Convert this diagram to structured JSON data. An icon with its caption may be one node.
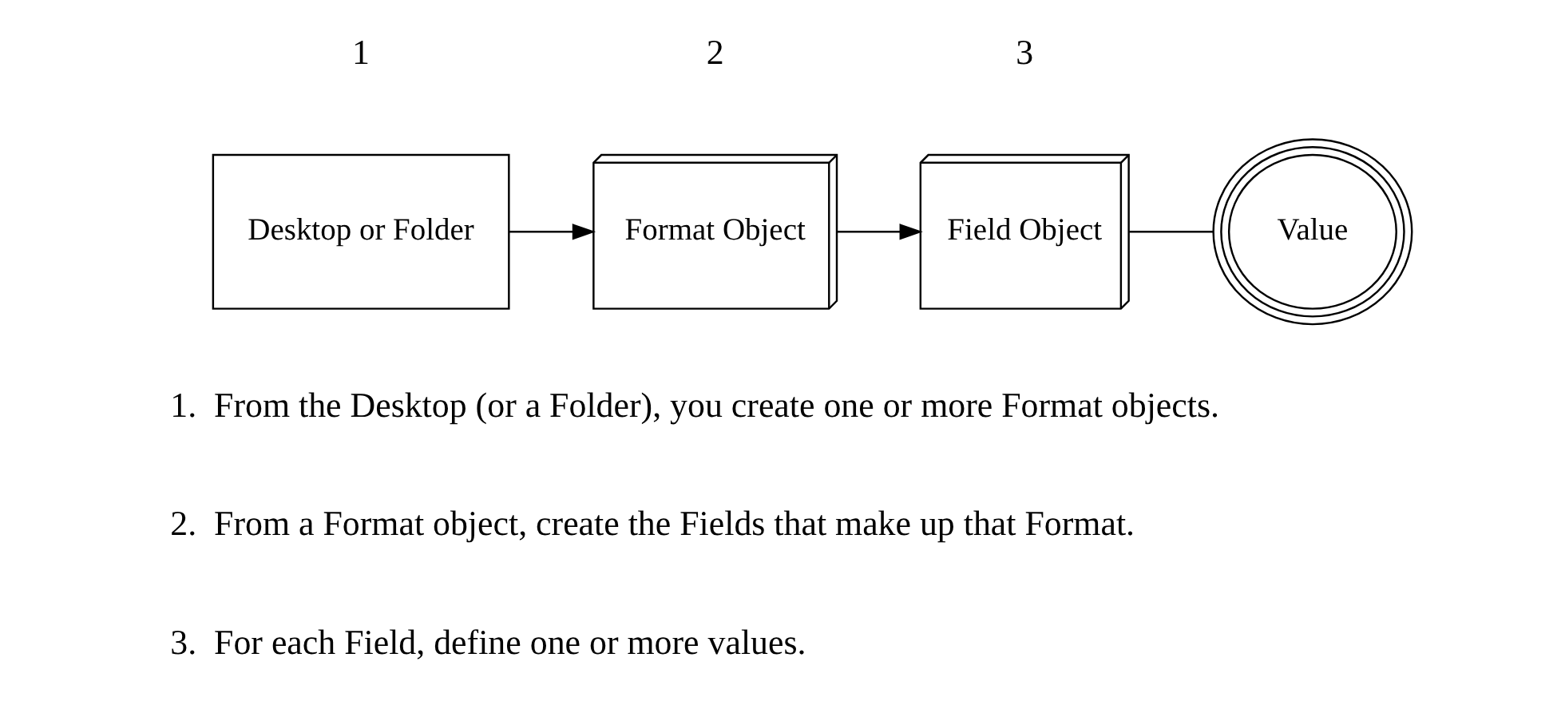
{
  "diagram": {
    "nodes": [
      {
        "text": [
          "Desktop or Folder"
        ]
      },
      {
        "text": [
          "Format Object"
        ]
      },
      {
        "text": [
          "Field Object"
        ]
      },
      {
        "text": [
          "Value"
        ]
      }
    ],
    "edges": [
      {
        "from": 0,
        "to": 1,
        "arrow": "to"
      },
      {
        "from": 1,
        "to": 2,
        "arrow": "to"
      },
      {
        "from": 2,
        "to": 3,
        "arrow": "none"
      }
    ],
    "labels": [
      "1",
      "2",
      "3",
      "1.  From the Desktop (or a Folder), you create one or more Format objects.",
      "2.  From a Format object, create the Fields that make up that Format.",
      "3.  For each Field, define one or more values."
    ]
  }
}
